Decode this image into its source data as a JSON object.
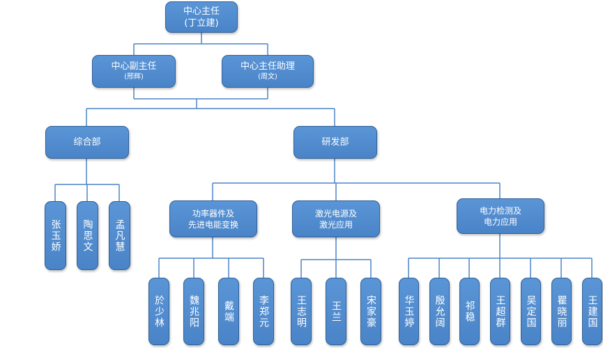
{
  "director": {
    "title": "中心主任",
    "name": "(丁立建)"
  },
  "deputy": {
    "title": "中心副主任",
    "name": "(邢辉)"
  },
  "assistant": {
    "title": "中心主任助理",
    "name": "(周文)"
  },
  "general_dept": {
    "title": "综合部",
    "members": [
      "张玉娇",
      "陶思文",
      "孟凡慧"
    ]
  },
  "rd_dept": {
    "title": "研发部",
    "groups": [
      {
        "line1": "功率器件及",
        "line2": "先进电能变换",
        "members": [
          "於少林",
          "魏兆阳",
          "戴端",
          "李郑元"
        ]
      },
      {
        "line1": "激光电源及",
        "line2": "激光应用",
        "members": [
          "王志明",
          "王兰",
          "宋家豪"
        ]
      },
      {
        "line1": "电力检测及",
        "line2": "电力应用",
        "members": [
          "华玉婷",
          "殷允阔",
          "祁稳",
          "王超群",
          "吴定国",
          "瞿晓丽",
          "王建国"
        ]
      }
    ]
  }
}
